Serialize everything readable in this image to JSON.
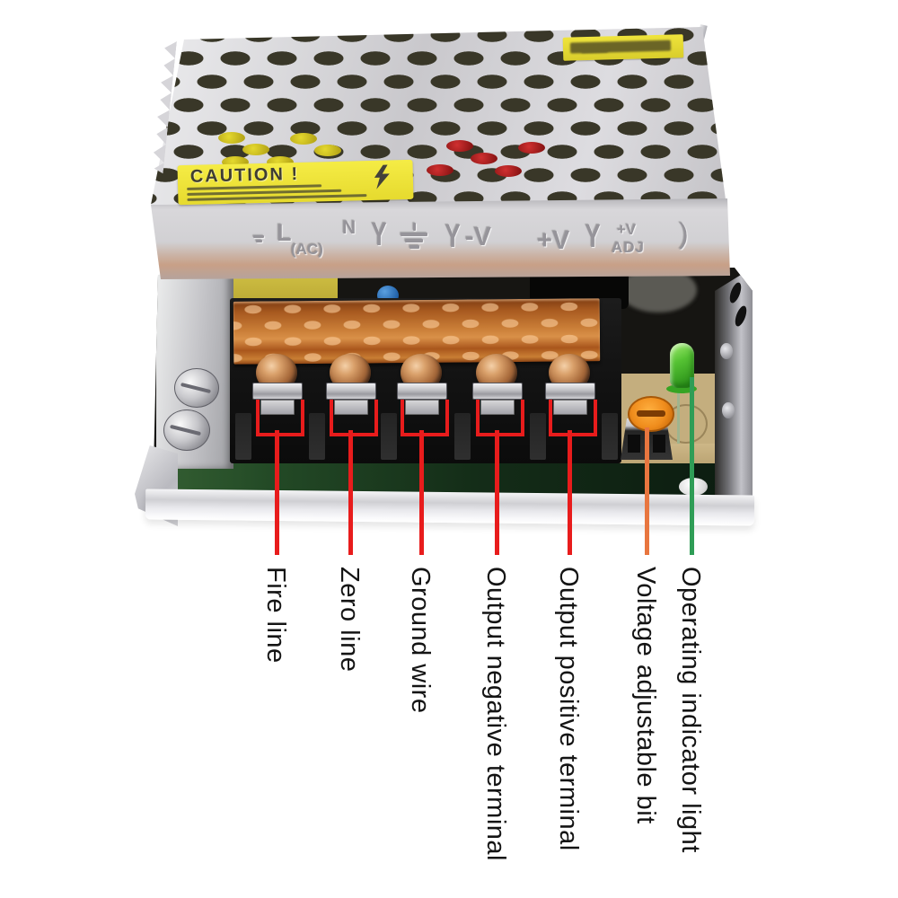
{
  "scene": {
    "description": "Annotated product photo of a perforated metal switching power supply, front terminal view with colored callout lines"
  },
  "stickers": {
    "caution": {
      "title": "CAUTION !",
      "lightning_icon": "⚡",
      "fine_print_legible": false
    },
    "brand": {
      "legible": false
    }
  },
  "panel_markings": {
    "live": "L",
    "live_sub": "(AC)",
    "neutral": "N",
    "clamp_glyph": "Y",
    "ground_icon": "⏚",
    "negative": "-V",
    "positive": "+V",
    "adj_line1": "+V",
    "adj_line2": "ADJ",
    "paren": ")"
  },
  "annotations": [
    {
      "label": "Fire line",
      "color": "#e81c1c"
    },
    {
      "label": "Zero line",
      "color": "#e81c1c"
    },
    {
      "label": "Ground wire",
      "color": "#e81c1c"
    },
    {
      "label": "Output negative terminal",
      "color": "#e81c1c"
    },
    {
      "label": "Output positive terminal",
      "color": "#e81c1c"
    },
    {
      "label": "Voltage adjustable bit",
      "color": "#e8763f"
    },
    {
      "label": "Operating indicator light",
      "color": "#2f9d56"
    }
  ],
  "colors": {
    "callout_red": "#e81c1c",
    "callout_orange": "#e8763f",
    "callout_green": "#2f9d56",
    "sticker_yellow": "#f2e93d",
    "terminal_cover_amber": "#c87c36",
    "led_green": "#55c233",
    "trimmer_orange": "#ef8c1c",
    "case_silver": "#cdcdd1"
  }
}
